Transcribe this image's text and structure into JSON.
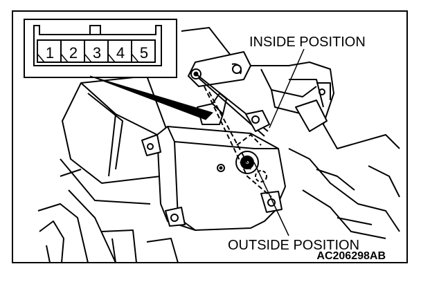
{
  "connector": {
    "pins": [
      "1",
      "2",
      "3",
      "4",
      "5"
    ]
  },
  "callouts": {
    "inside_position": "INSIDE POSITION",
    "outside_position": "OUTSIDE POSITION"
  },
  "figure_code": "AC206298AB"
}
